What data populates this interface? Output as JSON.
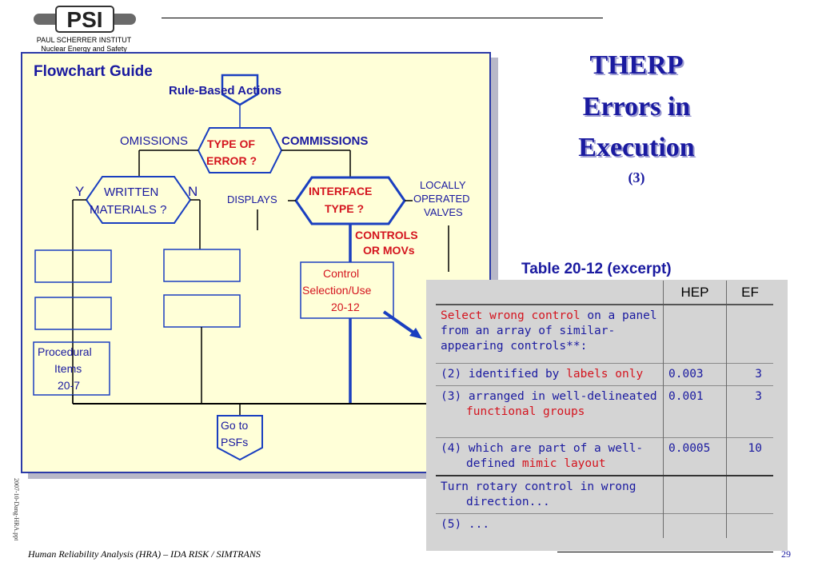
{
  "header": {
    "logo_text": "PSI",
    "institute": "PAUL SCHERRER INSTITUT",
    "department": "Nuclear Energy and Safety"
  },
  "title": {
    "line1": "THERP",
    "line2": "Errors in",
    "line3": "Execution",
    "sub": "(3)"
  },
  "flowchart": {
    "heading": "Flowchart Guide",
    "rule_based": "Rule-Based Actions",
    "omissions": "OMISSIONS",
    "commissions": "COMMISSIONS",
    "type_of_error_1": "TYPE OF",
    "type_of_error_2": "ERROR ?",
    "y": "Y",
    "n": "N",
    "written_1": "WRITTEN",
    "written_2": "MATERIALS ?",
    "displays": "DISPLAYS",
    "interface_1": "INTERFACE",
    "interface_2": "TYPE ?",
    "locally_1": "LOCALLY",
    "locally_2": "OPERATED",
    "locally_3": "VALVES",
    "controls_1": "CONTROLS",
    "controls_2": "OR MOVs",
    "control_box_1": "Control",
    "control_box_2": "Selection/Use",
    "control_box_3": "20-12",
    "procedural_1": "Procedural",
    "procedural_2": "Items",
    "procedural_3": "20-7",
    "goto_1": "Go to",
    "goto_2": "PSFs"
  },
  "table": {
    "caption": "Table 20-12 (excerpt)",
    "headers": [
      "",
      "HEP",
      "EF"
    ],
    "row0": {
      "a": "Select wrong control",
      "b": " on a panel from an array of similar-appearing controls**:",
      "hep": "",
      "ef": ""
    },
    "row1": {
      "a": "(2) identified by ",
      "b": "labels only",
      "hep": "0.003",
      "ef": "3"
    },
    "row2": {
      "a": "(3) arranged in well-delineated ",
      "b": "functional groups",
      "hep": "0.001",
      "ef": "3"
    },
    "row3": {
      "a": "(4) which are part of a well-defined ",
      "b": "mimic layout",
      "hep": "0.0005",
      "ef": "10"
    },
    "row4": {
      "a": "Turn rotary control in wrong direction...",
      "hep": "",
      "ef": ""
    },
    "row5": {
      "a": "(5) ...",
      "hep": "",
      "ef": ""
    }
  },
  "footer": {
    "text": "Human Reliability Analysis (HRA) – IDA RISK  / SIMTRANS",
    "page": "29",
    "side_stamp": "2007-10-Dang-HRA.ppt"
  },
  "colors": {
    "title_blue": "#1a1aa0",
    "highlight_red": "#d4141e",
    "panel_yellow": "#ffffd8",
    "panel_border": "#2b3aa8",
    "flow_line_blue": "#1a3fc0"
  }
}
